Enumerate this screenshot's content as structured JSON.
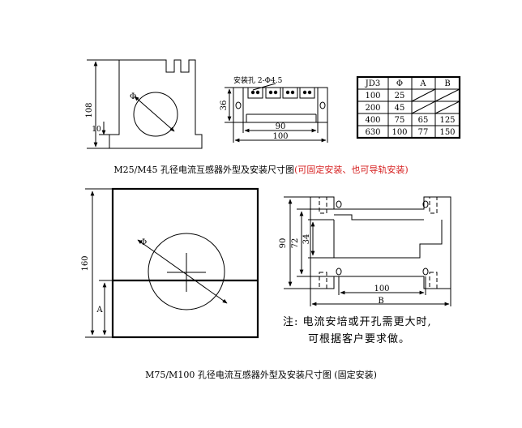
{
  "small_housing": {
    "height_label": "108",
    "base_label": "10",
    "phi_label": "Φ"
  },
  "side_view": {
    "hole_label": "安装孔 2-Φ4.5",
    "height_label": "36",
    "inner_width_label": "90",
    "outer_width_label": "100"
  },
  "table": {
    "headers": [
      "JD3",
      "Φ",
      "A",
      "B"
    ],
    "rows": [
      [
        "100",
        "25",
        "",
        ""
      ],
      [
        "200",
        "45",
        "",
        ""
      ],
      [
        "400",
        "75",
        "65",
        "125"
      ],
      [
        "630",
        "100",
        "77",
        "150"
      ]
    ]
  },
  "caption_top": {
    "main": "M25/M45 孔径电流互感器外型及安装尺寸图",
    "highlight": "(可固定安装、也可导轨安装)"
  },
  "large_housing": {
    "height_label": "160",
    "a_label": "A",
    "phi_label": "Φ"
  },
  "large_side_view": {
    "outer_height_label": "90",
    "mid_height_label": "72",
    "inner_height_label": "34",
    "width_label": "100",
    "b_label": "B"
  },
  "note": {
    "line1": "注: 电流安培或开孔需更大时,",
    "line2": "可根据客户要求做。"
  },
  "caption_bottom": "M75/M100 孔径电流互感器外型及安装尺寸图 (固定安装)"
}
